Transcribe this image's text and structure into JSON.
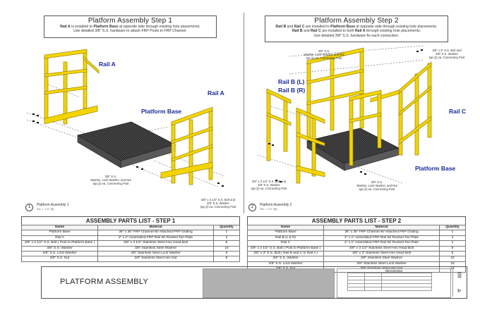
{
  "step1": {
    "title": "Platform Assembly Step 1",
    "desc_line1_b1": "Rail A",
    "desc_line1_t1": " is installed to ",
    "desc_line1_b2": "Platform Base",
    "desc_line1_t2": " at opposite side through existing hole placements.",
    "desc_line2": "Use detailed 3/8\" S.S. hardware to attach FRP Posts to FRP Channel.",
    "callouts": {
      "rail_a_top": "Rail A",
      "rail_a_right": "Rail A",
      "platform_base": "Platform Base"
    },
    "notes": {
      "washer_note": "3/8\" S.S.\nWasher, Lock Washer, and Nut\ntyp.(2) ea. Connecting Post",
      "bolt_note": "3/8\" x 3 1/2\" S.S. Bolt and\n3/8\" S.S. Washer\ntyp.(2) ea. Connecting Post"
    },
    "caption": {
      "number": "1",
      "label": "Platform Assembly 1",
      "scale": "3/4\" = 1'-0\" (B)"
    }
  },
  "step2": {
    "title": "Platform Assembly Step 2",
    "desc_line1_b1": "Rail B",
    "desc_line1_t1": " and ",
    "desc_line1_b2": "Rail C",
    "desc_line1_t2": " are installed to ",
    "desc_line1_b3": "Platform Base",
    "desc_line1_t3": " at opposite side through existing hole placements.",
    "desc_line2_b1": "Rail B",
    "desc_line2_t1": " and ",
    "desc_line2_b2": "Rail C",
    "desc_line2_t2": " are installed to both ",
    "desc_line2_b3": "Rail A",
    "desc_line2_t3": " through existing hole placements.",
    "desc_line3": "Use detailed 3/8\" S.S. hardware fix each connection.",
    "callouts": {
      "rail_b_l": "Rail B (L)",
      "rail_b_r": "Rail B (R)",
      "rail_c": "Rail C",
      "platform_base": "Platform Base"
    },
    "notes": {
      "top_washer": "3/8\" S.S.\nWasher, Lock Washer, and Nut\ntyp.(2) ea. Connecting Post",
      "top_right_bolt": "3/8\" x 3\" S.S. Bolt and\n3/8\" S.S. Washer\ntyp.(2) ea. Connecting Post",
      "left_bolt": "3/8\" x 3 1/2\" S.S. Bolt and\n3/8\" S.S. Washer\ntyp.(2) ea. Connecting Post",
      "bottom_washer": "3/8\" S.S.\nWasher, Lock Washer, and Nut\ntyp.(2) ea. Connecting Post"
    },
    "caption": {
      "number": "2",
      "label": "Platform Assembly 2",
      "scale": "3/4\" = 1'-0\" (B)"
    }
  },
  "parts1": {
    "title": "ASSEMBLY PARTS LIST - STEP 1",
    "headers": [
      "Name",
      "Material",
      "Quantity"
    ],
    "rows": [
      [
        "Platform Base",
        "36\" x 36\" FRP Channel W/ Attached FRP Grating",
        "1"
      ],
      [
        "Rail A",
        "2\" x 2\" Assembled FRP Rail W/ Riveted Toe Plate",
        "2"
      ],
      [
        "3/8\" x 3 1/2\" S.S. Bolt ( Post to Platform Base )",
        "3/8\" x 3 1/2\" Stainless Steel Hex Head Bolt",
        "8"
      ],
      [
        "3/8\" S.S. Washer",
        "3/8\" Stainless Steel Washer",
        "16"
      ],
      [
        "3/8\" S.S. Lock Washer",
        "3/8\" Stainless Steel Lock Washer",
        "8"
      ],
      [
        "3/8\" S.S. Nut",
        "3/8\" Stainless Steel Hex Nut",
        "8"
      ]
    ]
  },
  "parts2": {
    "title": "ASSEMBLY PARTS LIST - STEP 2",
    "headers": [
      "Name",
      "Material",
      "Quantity"
    ],
    "rows": [
      [
        "Platform Base",
        "36\" x 36\" FRP Channel W/ Attached FRP Grating",
        "1"
      ],
      [
        "Rail B (L & R)",
        "2\" x 2\" Assembled FRP Rail W/ Riveted Toe Plate",
        "2"
      ],
      [
        "Rail C",
        "2\" x 2\" Assembled FRP Rail W/ Riveted Toe Plate",
        "1"
      ],
      [
        "3/8\" x 3 1/2\" S.S. Bolt ( Post to Platform Base )",
        "3/8\" x 3 1/2\" Stainless Steel Hex Head Bolt",
        "8"
      ],
      [
        "3/8\" x 3\" S.S. Bolt ( Rail B and C to Rail A )",
        "3/8\" x 3\" Stainless Steel Hex Head Bolt",
        "8"
      ],
      [
        "3/8\" S.S. Washer",
        "3/8\" Stainless Steel Washer",
        "32"
      ],
      [
        "3/8\" S.S. Lock Washer",
        "3/8\" Stainless Steel Lock Washer",
        "16"
      ],
      [
        "3/8\" S.S. Nut",
        "3/8\" Stainless Steel Hex Nut",
        "16"
      ]
    ]
  },
  "title_block": {
    "drawing_title": "PLATFORM ASSEMBLY",
    "revisions_label": "REVISIONS",
    "sheet_number": "09",
    "sheet_rev": "A"
  },
  "colors": {
    "rail_yellow": "#f2d400",
    "rail_edge": "#8a7400",
    "grating_dark": "#2e2e2e",
    "callout_blue": "#1b2a9c"
  }
}
